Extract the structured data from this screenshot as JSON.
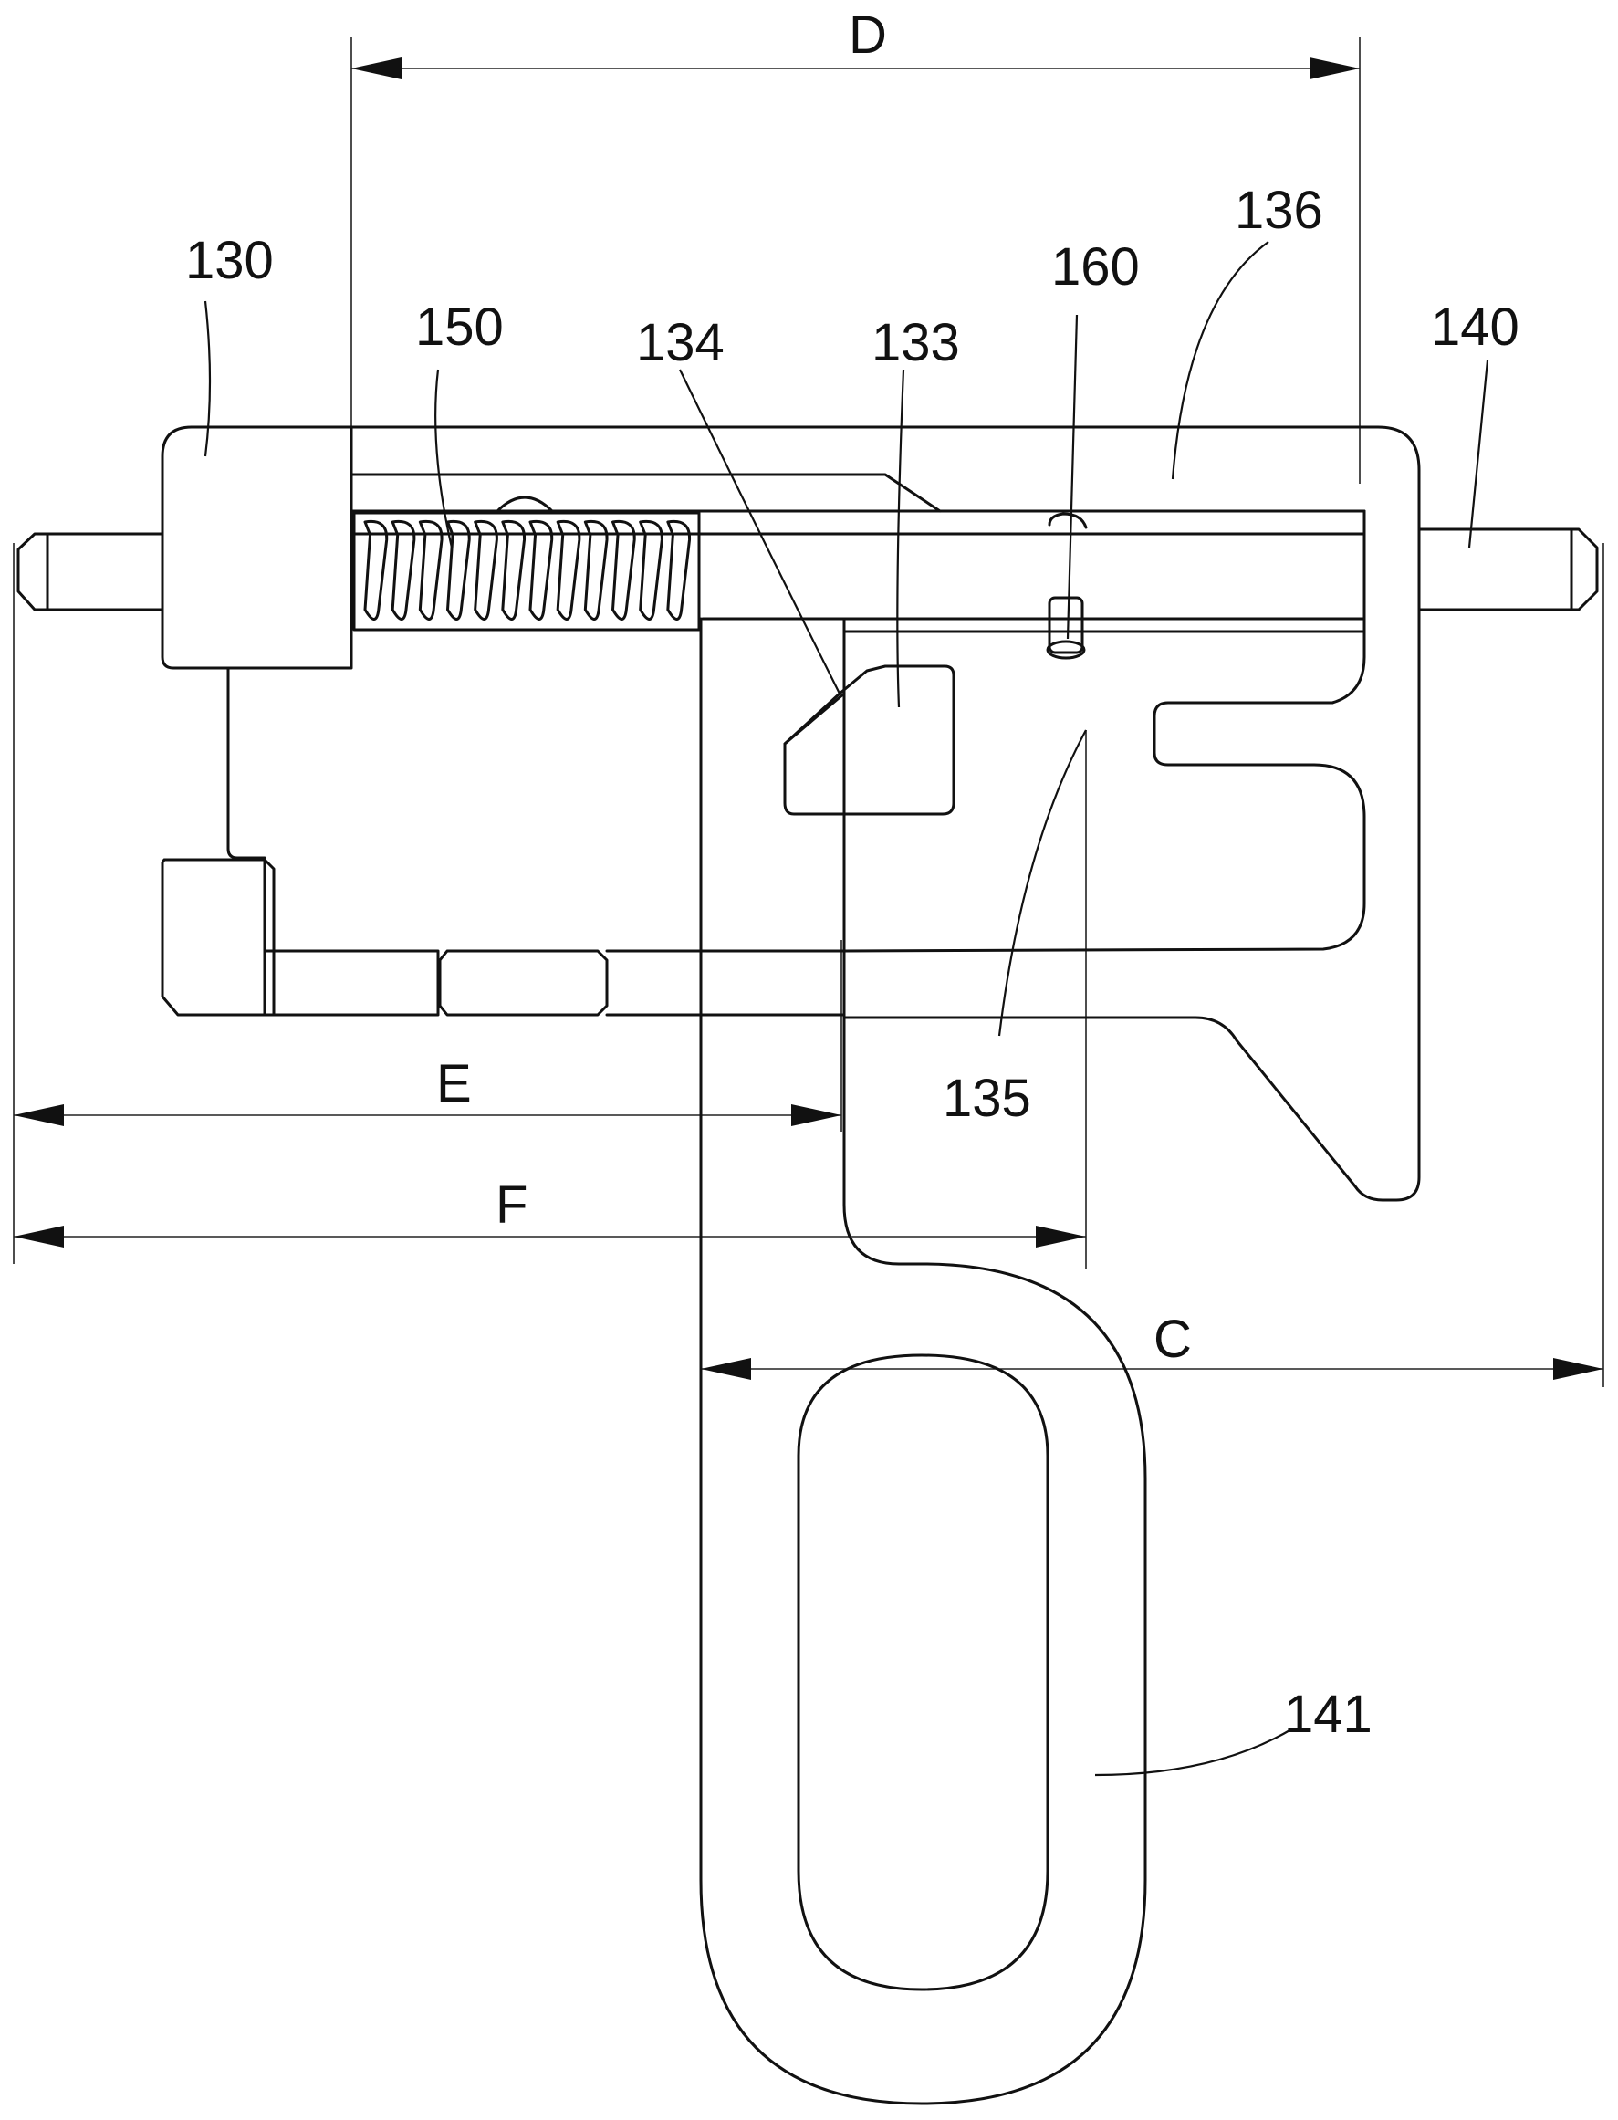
{
  "labels": {
    "n130": "130",
    "n150": "150",
    "n134": "134",
    "n133": "133",
    "n160": "160",
    "n136": "136",
    "n140": "140",
    "n135": "135",
    "n141": "141"
  },
  "dimensions": {
    "d": "D",
    "e": "E",
    "f": "F",
    "c": "C"
  },
  "colors": {
    "line": "#111111",
    "background": "#ffffff"
  }
}
